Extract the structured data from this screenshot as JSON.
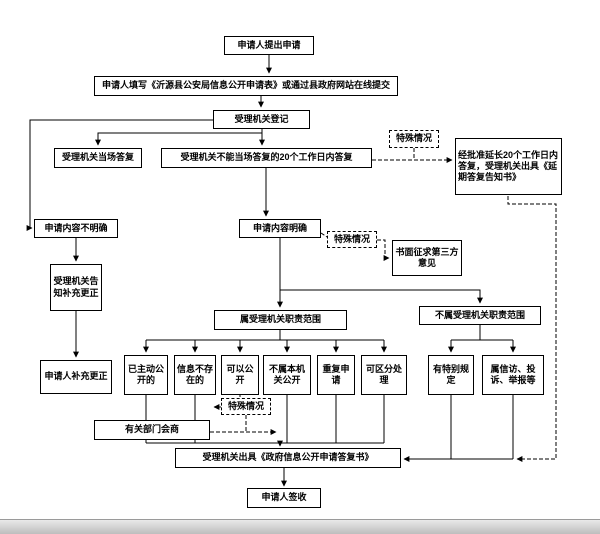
{
  "colors": {
    "line": "#000000",
    "background": "#ffffff",
    "bottom_bar": "#c8c8c8"
  },
  "nodes": {
    "submit": {
      "text": "申请人提出申请"
    },
    "fill_form": {
      "text": "申请人填写《沂源县公安局信息公开申请表》或通过县政府网站在线提交"
    },
    "register": {
      "text": "受理机关登记"
    },
    "onsite_reply": {
      "text": "受理机关当场答复"
    },
    "within20": {
      "text": "受理机关不能当场答复的20个工作日内答复"
    },
    "special1": {
      "text": "特殊情况"
    },
    "extension": {
      "text": "经批准延长20个工作日内答复，受理机关出具《延期答复告知书》"
    },
    "unclear": {
      "text": "申请内容不明确"
    },
    "clear": {
      "text": "申请内容明确"
    },
    "special2": {
      "text": "特殊情况"
    },
    "third_party": {
      "text": "书面征求第三方意见"
    },
    "notify_supplement": {
      "text": "受理机关告知补充更正"
    },
    "in_scope": {
      "text": "属受理机关职责范围"
    },
    "out_scope": {
      "text": "不属受理机关职责范围"
    },
    "applicant_supplement": {
      "text": "申请人补充更正"
    },
    "disclosed": {
      "text": "已主动公开的"
    },
    "not_exist": {
      "text": "信息不存在的"
    },
    "can_disclose": {
      "text": "可以公开"
    },
    "not_this_organ": {
      "text": "不属本机关公开"
    },
    "repeat_apply": {
      "text": "重复申请"
    },
    "separable": {
      "text": "可区分处理"
    },
    "special_provision": {
      "text": "有特别规定"
    },
    "petition": {
      "text": "属信访、投诉、举报等"
    },
    "special3": {
      "text": "特殊情况"
    },
    "consult": {
      "text": "有关部门会商"
    },
    "reply_doc": {
      "text": "受理机关出具《政府信息公开申请答复书》"
    },
    "sign": {
      "text": "申请人签收"
    }
  }
}
